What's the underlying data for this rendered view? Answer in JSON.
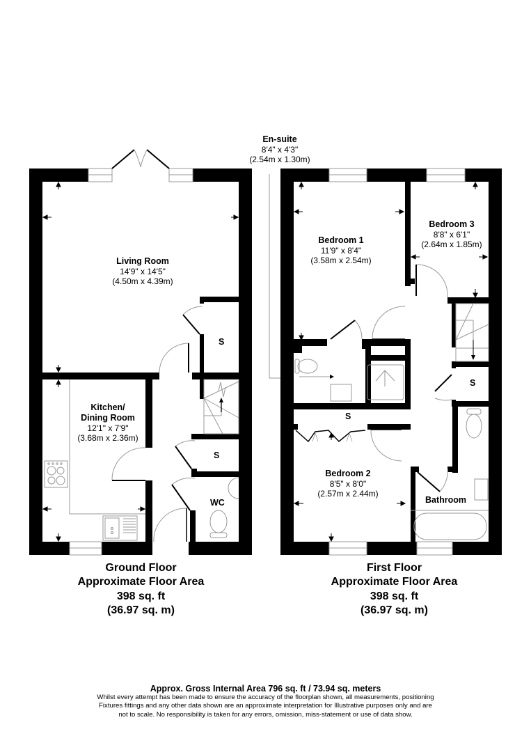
{
  "ensuite": {
    "title": "En-suite",
    "imperial": "8'4\" x 4'3\"",
    "metric": "(2.54m x 1.30m)"
  },
  "ground_floor": {
    "rooms": {
      "living_room": {
        "title": "Living Room",
        "imperial": "14'9\" x 14'5\"",
        "metric": "(4.50m x 4.39m)"
      },
      "kitchen": {
        "title_line1": "Kitchen/",
        "title_line2": "Dining Room",
        "imperial": "12'1\" x 7'9\"",
        "metric": "(3.68m x 2.36m)"
      },
      "storage_1": "S",
      "storage_2": "S",
      "wc": "WC"
    },
    "caption": {
      "name": "Ground Floor",
      "label": "Approximate Floor Area",
      "sqft": "398 sq. ft",
      "sqm": "(36.97 sq. m)"
    }
  },
  "first_floor": {
    "rooms": {
      "bedroom1": {
        "title": "Bedroom 1",
        "imperial": "11'9\" x 8'4\"",
        "metric": "(3.58m x 2.54m)"
      },
      "bedroom3": {
        "title": "Bedroom 3",
        "imperial": "8'8\" x 6'1\"",
        "metric": "(2.64m x 1.85m)"
      },
      "bedroom2": {
        "title": "Bedroom 2",
        "imperial": "8'5\" x 8'0\"",
        "metric": "(2.57m x 2.44m)"
      },
      "bathroom": "Bathroom",
      "storage_wardrobe": "S",
      "storage_landing": "S"
    },
    "caption": {
      "name": "First Floor",
      "label": "Approximate Floor Area",
      "sqft": "398 sq. ft",
      "sqm": "(36.97 sq. m)"
    }
  },
  "footer": {
    "gross_area": "Approx. Gross Internal Area 796 sq. ft / 73.94 sq. meters",
    "disclaimer_line1": "Whilst every attempt has been made to ensure the accuracy of the floorplan shown, all measurements, positioning",
    "disclaimer_line2": "Fixtures fittings and any other data shown are an approximate interpretation for Illustrative purposes only  and are",
    "disclaimer_line3": "not to scale. No responsibility is taken for any errors, omission, miss-statement or use of data show."
  },
  "colors": {
    "wall": "#000000",
    "fixture": "#9a9a9a",
    "background": "#ffffff"
  }
}
